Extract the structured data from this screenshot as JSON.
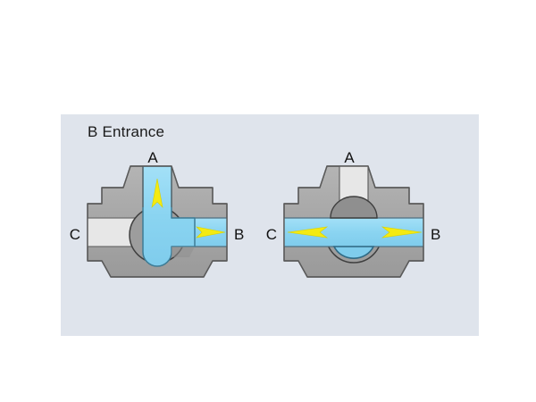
{
  "figure": {
    "title": "B Entrance",
    "background_color": "#ffffff",
    "panel_color": "#dfe4ec"
  },
  "colors": {
    "body_gray": "#a9a9a9",
    "body_gray_dark": "#8e8e8e",
    "bore_light": "#e9e9e9",
    "ball_gray": "#9a9a9a",
    "fluid_blue": "#8fd6f2",
    "fluid_blue_dark": "#6ec4e8",
    "arrow_yellow": "#f4ea12",
    "outline": "#4a4a4a",
    "label_text": "#111111"
  },
  "valves": [
    {
      "id": "valve-left",
      "name": "l-port-flow-a-to-b",
      "description": "Three-way valve with L-shaped bore open between port A and port B",
      "ports": [
        {
          "id": "port-a",
          "label": "A",
          "position": "top",
          "state": "open",
          "filled": true
        },
        {
          "id": "port-b",
          "label": "B",
          "position": "right",
          "state": "open",
          "filled": true
        },
        {
          "id": "port-c",
          "label": "C",
          "position": "left",
          "state": "closed",
          "filled": false
        }
      ],
      "arrows": [
        {
          "id": "arrow-up-a",
          "direction": "up",
          "from": "ball",
          "to": "A"
        },
        {
          "id": "arrow-right-b",
          "direction": "right",
          "from": "ball",
          "to": "B"
        }
      ]
    },
    {
      "id": "valve-right",
      "name": "straight-through-flow-b-to-c",
      "description": "Three-way valve with bore open straight through between port C and port B, port A blocked",
      "ports": [
        {
          "id": "port-a",
          "label": "A",
          "position": "top",
          "state": "closed",
          "filled": false
        },
        {
          "id": "port-b",
          "label": "B",
          "position": "right",
          "state": "open",
          "filled": true
        },
        {
          "id": "port-c",
          "label": "C",
          "position": "left",
          "state": "open",
          "filled": true
        }
      ],
      "arrows": [
        {
          "id": "arrow-left-c",
          "direction": "left",
          "from": "ball",
          "to": "C"
        },
        {
          "id": "arrow-right-b",
          "direction": "right",
          "from": "ball",
          "to": "B"
        }
      ]
    }
  ]
}
